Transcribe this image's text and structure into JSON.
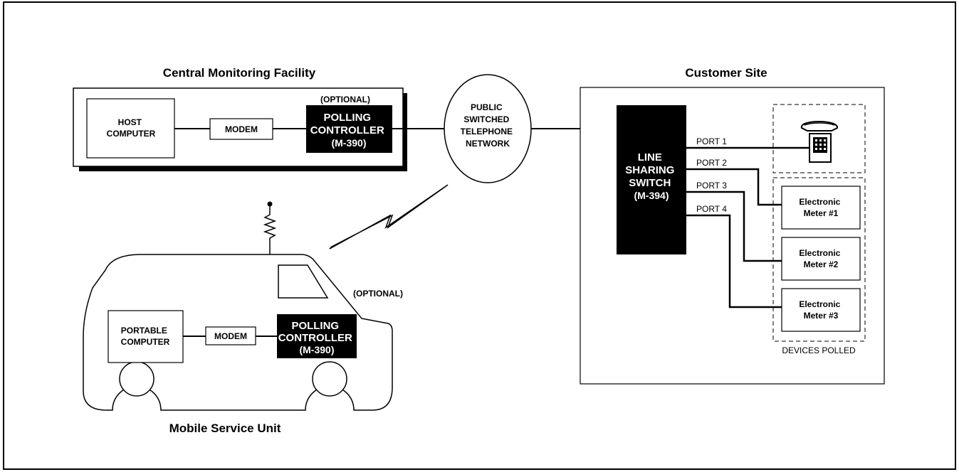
{
  "central": {
    "title": "Central Monitoring Facility",
    "host": [
      "HOST",
      "COMPUTER"
    ],
    "modem": "MODEM",
    "optional": "(OPTIONAL)",
    "controller": [
      "POLLING",
      "CONTROLLER",
      "(M-390)"
    ]
  },
  "network": [
    "PUBLIC",
    "SWITCHED",
    "TELEPHONE",
    "NETWORK"
  ],
  "customer": {
    "title": "Customer Site",
    "switch": [
      "LINE",
      "SHARING",
      "SWITCH",
      "(M-394)"
    ],
    "ports": [
      "PORT 1",
      "PORT 2",
      "PORT 3",
      "PORT 4"
    ],
    "meter1": [
      "Electronic",
      "Meter #1"
    ],
    "meter2": [
      "Electronic",
      "Meter #2"
    ],
    "meter3": [
      "Electronic",
      "Meter #3"
    ],
    "devices": "DEVICES POLLED"
  },
  "mobile": {
    "title": "Mobile Service Unit",
    "optional": "(OPTIONAL)",
    "portable": [
      "PORTABLE",
      "COMPUTER"
    ],
    "modem": "MODEM",
    "controller": [
      "POLLING",
      "CONTROLLER",
      "(M-390)"
    ]
  }
}
